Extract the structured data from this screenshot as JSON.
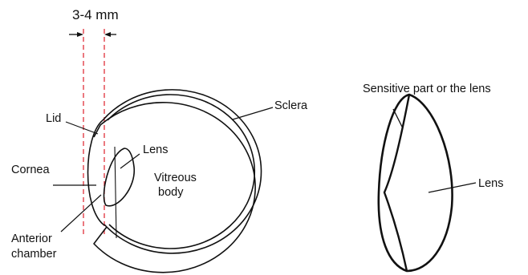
{
  "measurement": {
    "label": "3-4 mm"
  },
  "eye_labels": {
    "lid": "Lid",
    "sclera": "Sclera",
    "lens": "Lens",
    "vitreous_line1": "Vitreous",
    "vitreous_line2": "body",
    "cornea": "Cornea",
    "anterior_line1": "Anterior",
    "anterior_line2": "chamber"
  },
  "lens_labels": {
    "sensitive": "Sensitive part or the lens",
    "lens": "Lens"
  },
  "colors": {
    "ink": "#111111",
    "guide": "#e0303a"
  }
}
